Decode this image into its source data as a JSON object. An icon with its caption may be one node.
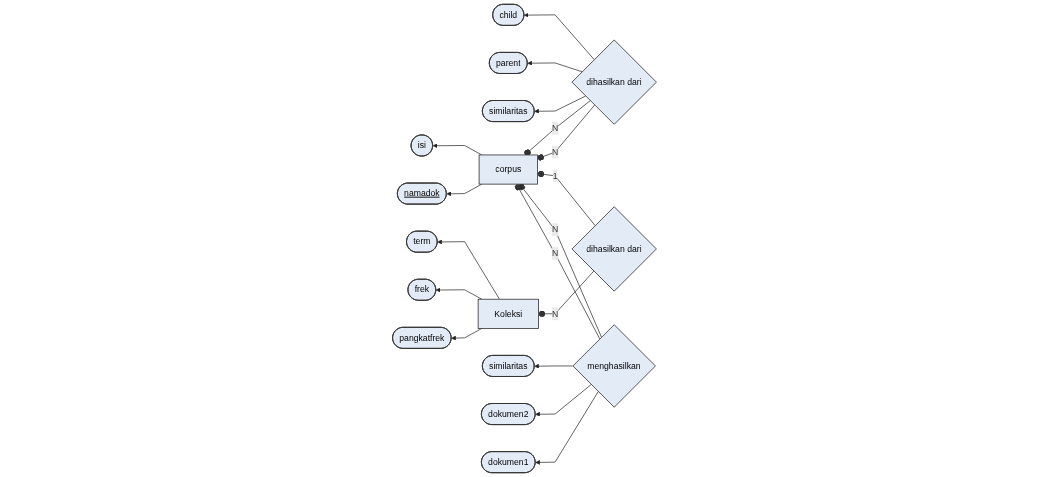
{
  "diagram": {
    "nodes": [
      {
        "text": [
          "child"
        ]
      },
      {
        "text": [
          "parent"
        ]
      },
      {
        "text": [
          "similaritas"
        ]
      },
      {
        "text": [
          "dihasilkan dari"
        ]
      },
      {
        "text": [
          "term"
        ]
      },
      {
        "text": [
          "frek"
        ]
      },
      {
        "text": [
          "pangkatfrek"
        ]
      },
      {
        "text": [
          "Koleksi"
        ]
      },
      {
        "text": [
          "dihasilkan dari"
        ]
      },
      {
        "text": [
          "corpus"
        ]
      },
      {
        "text": [
          "menghasilkan"
        ]
      },
      {
        "text": [
          "similaritas"
        ]
      },
      {
        "text": [
          "dokumen2"
        ]
      },
      {
        "text": [
          "dokumen1"
        ]
      },
      {
        "text": [
          "isi"
        ]
      },
      {
        "text": [
          "namadok"
        ]
      }
    ],
    "edges": [
      {
        "from": 3,
        "to": 0,
        "arrow": "to"
      },
      {
        "from": 3,
        "to": 1,
        "arrow": "to"
      },
      {
        "from": 3,
        "to": 2,
        "arrow": "to"
      },
      {
        "from": 3,
        "to": 9,
        "arrow": "other",
        "label": "N"
      },
      {
        "from": 3,
        "to": 9,
        "arrow": "other",
        "label": "N"
      },
      {
        "from": 7,
        "to": 4,
        "arrow": "to"
      },
      {
        "from": 7,
        "to": 5,
        "arrow": "to"
      },
      {
        "from": 7,
        "to": 6,
        "arrow": "to"
      },
      {
        "from": 8,
        "to": 7,
        "arrow": "other",
        "label": "N"
      },
      {
        "from": 8,
        "to": 9,
        "arrow": "other",
        "label": "1"
      },
      {
        "from": 10,
        "to": 9,
        "arrow": "other",
        "label": "N"
      },
      {
        "from": 10,
        "to": 9,
        "arrow": "other",
        "label": "N"
      },
      {
        "from": 10,
        "to": 11,
        "arrow": "to"
      },
      {
        "from": 10,
        "to": 12,
        "arrow": "to"
      },
      {
        "from": 10,
        "to": 13,
        "arrow": "to"
      },
      {
        "from": 9,
        "to": 14,
        "arrow": "to"
      },
      {
        "from": 9,
        "to": 15,
        "arrow": "to"
      }
    ]
  }
}
